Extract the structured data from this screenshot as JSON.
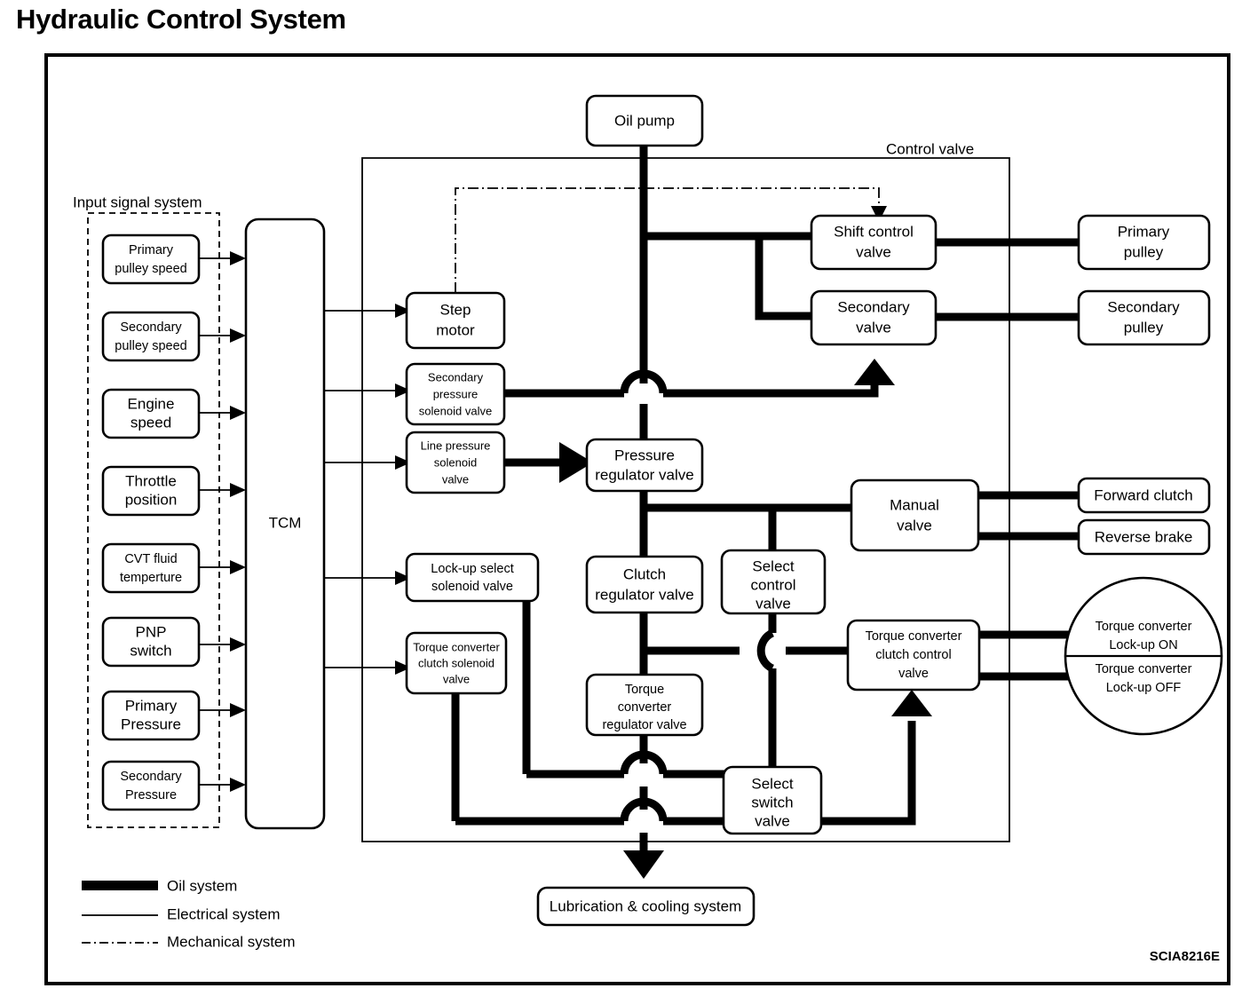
{
  "title": "Hydraulic Control System",
  "reference_code": "SCIA8216E",
  "groups": {
    "input_signal_system": "Input signal system",
    "control_valve": "Control valve"
  },
  "controller": {
    "label": "TCM"
  },
  "inputs": [
    {
      "id": "primary-pulley-speed",
      "lines": [
        "Primary",
        "pulley speed"
      ]
    },
    {
      "id": "secondary-pulley-speed",
      "lines": [
        "Secondary",
        "pulley speed"
      ]
    },
    {
      "id": "engine-speed",
      "lines": [
        "Engine",
        "speed"
      ]
    },
    {
      "id": "throttle-position",
      "lines": [
        "Throttle",
        "position"
      ]
    },
    {
      "id": "cvt-fluid-temperature",
      "lines": [
        "CVT fluid",
        "temperture"
      ]
    },
    {
      "id": "pnp-switch",
      "lines": [
        "PNP",
        "switch"
      ]
    },
    {
      "id": "primary-pressure",
      "lines": [
        "Primary",
        "Pressure"
      ]
    },
    {
      "id": "secondary-pressure",
      "lines": [
        "Secondary",
        "Pressure"
      ]
    }
  ],
  "actuators": [
    {
      "id": "step-motor",
      "lines": [
        "Step",
        "motor"
      ]
    },
    {
      "id": "secondary-pressure-solenoid-valve",
      "lines": [
        "Secondary",
        "pressure",
        "solenoid valve"
      ]
    },
    {
      "id": "line-pressure-solenoid-valve",
      "lines": [
        "Line pressure",
        "solenoid",
        "valve"
      ]
    },
    {
      "id": "lock-up-select-solenoid-valve",
      "lines": [
        "Lock-up select",
        "solenoid valve"
      ]
    },
    {
      "id": "torque-converter-clutch-solenoid-valve",
      "lines": [
        "Torque converter",
        "clutch solenoid",
        "valve"
      ]
    }
  ],
  "valves": [
    {
      "id": "oil-pump",
      "lines": [
        "Oil pump"
      ]
    },
    {
      "id": "shift-control-valve",
      "lines": [
        "Shift control",
        "valve"
      ]
    },
    {
      "id": "secondary-valve",
      "lines": [
        "Secondary",
        "valve"
      ]
    },
    {
      "id": "pressure-regulator-valve",
      "lines": [
        "Pressure",
        "regulator valve"
      ]
    },
    {
      "id": "clutch-regulator-valve",
      "lines": [
        "Clutch",
        "regulator valve"
      ]
    },
    {
      "id": "select-control-valve",
      "lines": [
        "Select",
        "control",
        "valve"
      ]
    },
    {
      "id": "manual-valve",
      "lines": [
        "Manual",
        "valve"
      ]
    },
    {
      "id": "torque-converter-regulator-valve",
      "lines": [
        "Torque",
        "converter",
        "regulator valve"
      ]
    },
    {
      "id": "torque-converter-clutch-control-valve",
      "lines": [
        "Torque converter",
        "clutch control",
        "valve"
      ]
    },
    {
      "id": "select-switch-valve",
      "lines": [
        "Select",
        "switch",
        "valve"
      ]
    }
  ],
  "outputs": [
    {
      "id": "primary-pulley",
      "lines": [
        "Primary",
        "pulley"
      ]
    },
    {
      "id": "secondary-pulley",
      "lines": [
        "Secondary",
        "pulley"
      ]
    },
    {
      "id": "forward-clutch",
      "lines": [
        "Forward clutch"
      ]
    },
    {
      "id": "reverse-brake",
      "lines": [
        "Reverse brake"
      ]
    },
    {
      "id": "lubrication-cooling-system",
      "lines": [
        "Lubrication & cooling system"
      ]
    }
  ],
  "torque_converter_circle": {
    "top": [
      "Torque converter",
      "Lock-up ON"
    ],
    "bottom": [
      "Torque converter",
      "Lock-up OFF"
    ]
  },
  "legend": [
    {
      "id": "oil-system",
      "label": "Oil system",
      "style": "thick-solid"
    },
    {
      "id": "electrical-system",
      "label": "Electrical system",
      "style": "thin-solid"
    },
    {
      "id": "mechanical-system",
      "label": "Mechanical system",
      "style": "dash-dot"
    }
  ],
  "colors": {
    "line": "#000000",
    "background": "#ffffff"
  }
}
